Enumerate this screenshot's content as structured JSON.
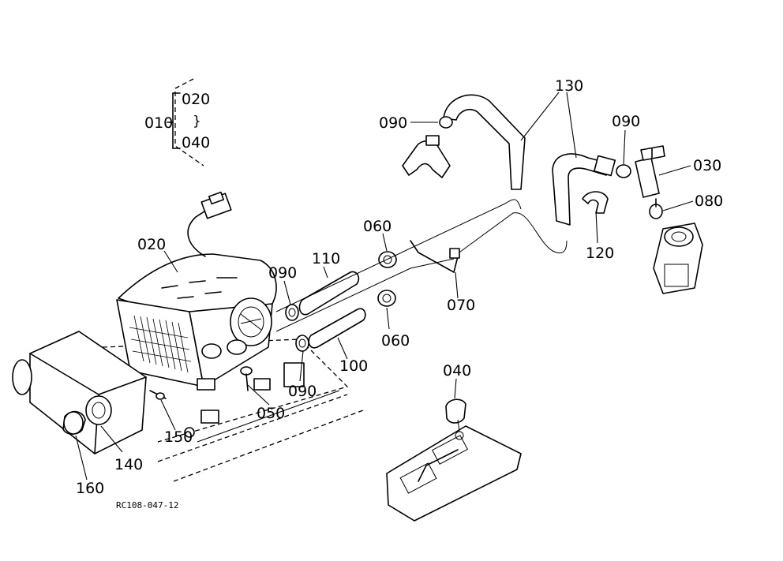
{
  "diagram": {
    "figure_code": "RC108-047-12",
    "group_label": {
      "main": "010",
      "range_start": "020",
      "range_sep": "}",
      "range_end": "040"
    },
    "part_labels": [
      {
        "id": "p020",
        "text": "020"
      },
      {
        "id": "p090a",
        "text": "090"
      },
      {
        "id": "p110",
        "text": "110"
      },
      {
        "id": "p060a",
        "text": "060"
      },
      {
        "id": "p130",
        "text": "130"
      },
      {
        "id": "p090b",
        "text": "090"
      },
      {
        "id": "p090c",
        "text": "090"
      },
      {
        "id": "p030",
        "text": "030"
      },
      {
        "id": "p080",
        "text": "080"
      },
      {
        "id": "p120",
        "text": "120"
      },
      {
        "id": "p070",
        "text": "070"
      },
      {
        "id": "p060b",
        "text": "060"
      },
      {
        "id": "p100",
        "text": "100"
      },
      {
        "id": "p090d",
        "text": "090"
      },
      {
        "id": "p050",
        "text": "050"
      },
      {
        "id": "p150",
        "text": "150"
      },
      {
        "id": "p140",
        "text": "140"
      },
      {
        "id": "p160",
        "text": "160"
      },
      {
        "id": "p040",
        "text": "040"
      }
    ],
    "colors": {
      "line": "#000000",
      "background": "#ffffff"
    }
  }
}
